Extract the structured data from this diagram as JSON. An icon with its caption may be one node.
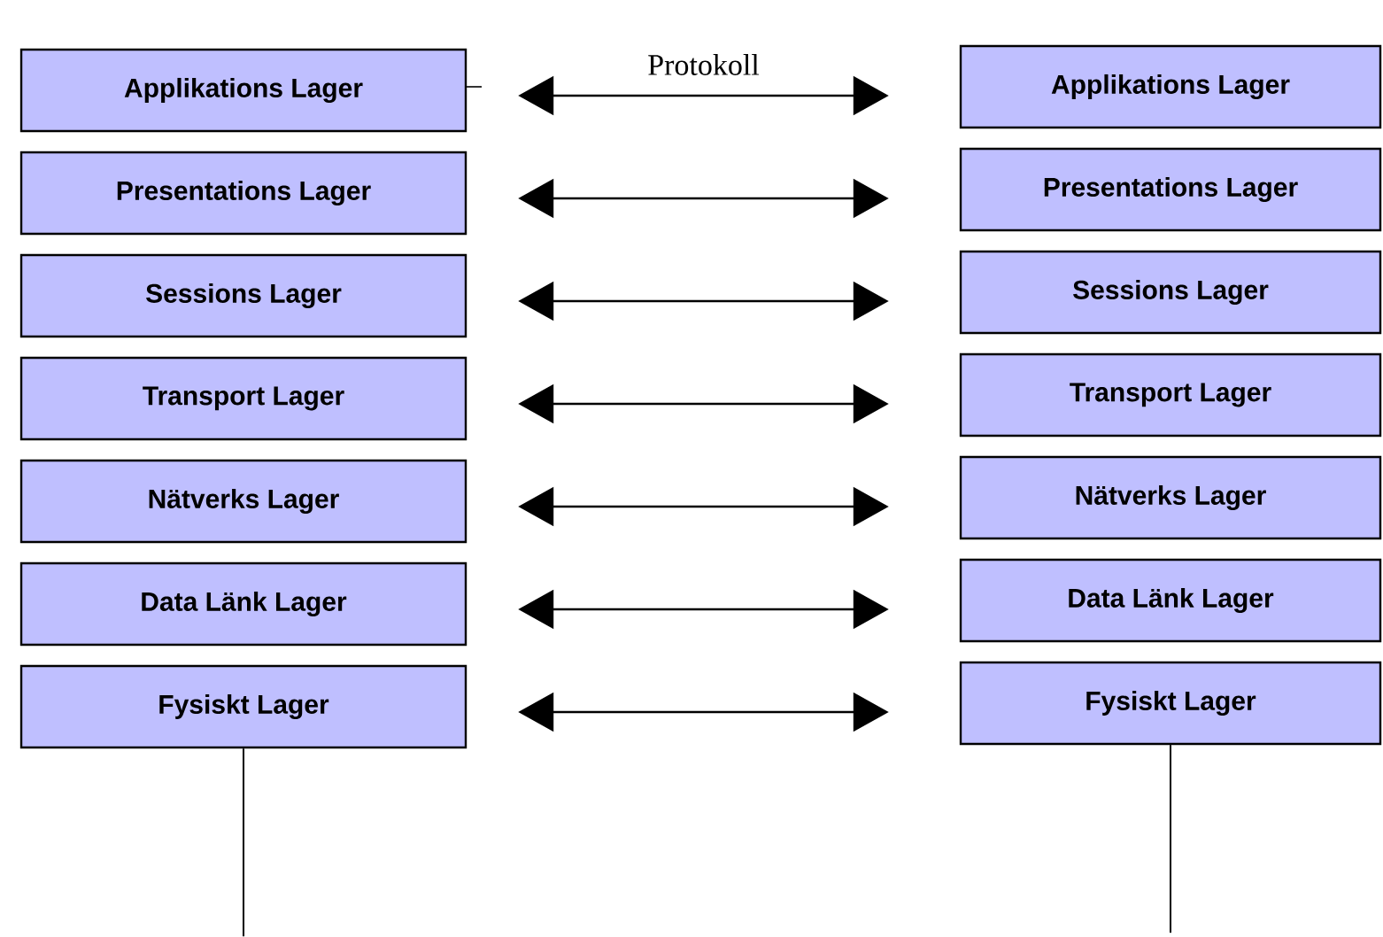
{
  "diagram": {
    "nodes": [
      {
        "text": [
          "Applikations Lager"
        ]
      },
      {
        "text": [
          "Presentations Lager"
        ]
      },
      {
        "text": [
          "Sessions Lager"
        ]
      },
      {
        "text": [
          "Transport Lager"
        ]
      },
      {
        "text": [
          "Nätverks Lager"
        ]
      },
      {
        "text": [
          "Data Länk Lager"
        ]
      },
      {
        "text": [
          "Fysiskt Lager"
        ]
      },
      {
        "text": [
          "Applikations Lager"
        ]
      },
      {
        "text": [
          "Presentations Lager"
        ]
      },
      {
        "text": [
          "Sessions Lager"
        ]
      },
      {
        "text": [
          "Transport Lager"
        ]
      },
      {
        "text": [
          "Nätverks Lager"
        ]
      },
      {
        "text": [
          "Data Länk Lager"
        ]
      },
      {
        "text": [
          "Fysiskt Lager"
        ]
      }
    ],
    "edges": [
      {
        "from": 0,
        "to": 7,
        "arrow": "both",
        "label": "Protokoll"
      },
      {
        "from": 1,
        "to": 8,
        "arrow": "both"
      },
      {
        "from": 2,
        "to": 9,
        "arrow": "both"
      },
      {
        "from": 3,
        "to": 10,
        "arrow": "both"
      },
      {
        "from": 4,
        "to": 11,
        "arrow": "both"
      },
      {
        "from": 5,
        "to": 12,
        "arrow": "both"
      },
      {
        "from": 6,
        "to": 13,
        "arrow": "both"
      },
      {
        "from": 6,
        "to": null,
        "arrow": "none"
      },
      {
        "from": 13,
        "to": null,
        "arrow": "none"
      }
    ]
  }
}
